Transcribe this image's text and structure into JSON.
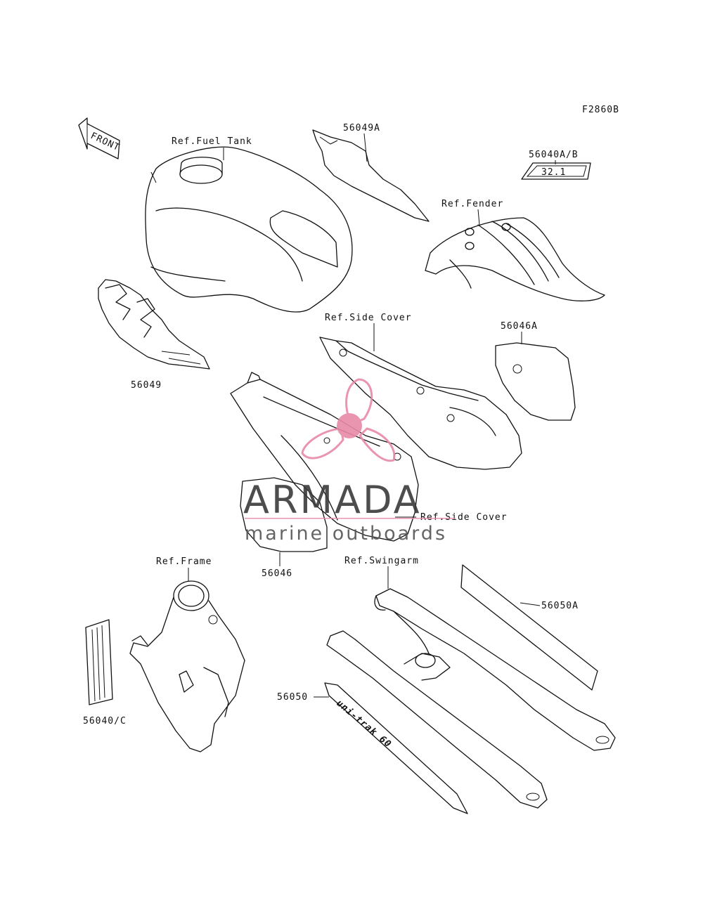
{
  "figure_code": "F2860B",
  "labels": {
    "front": "FRONT",
    "fuel_tank": "Ref.Fuel Tank",
    "decal_56049a": "56049A",
    "decal_56040ab": "56040A/B",
    "fender": "Ref.Fender",
    "decal_56049": "56049",
    "side_cover_upper": "Ref.Side Cover",
    "decal_56046a": "56046A",
    "side_cover_lower": "Ref.Side Cover",
    "decal_56046": "56046",
    "frame": "Ref.Frame",
    "swingarm": "Ref.Swingarm",
    "decal_56050a": "56050A",
    "decal_56050": "56050",
    "decal_56040c": "56040/C"
  },
  "decal_texts": {
    "number_plate": "32.1",
    "swingarm_decal": "uni-trak 60"
  },
  "watermark": {
    "name": "ARMADA",
    "tagline": "marine outboards",
    "logo_color": "#e88aa8"
  }
}
